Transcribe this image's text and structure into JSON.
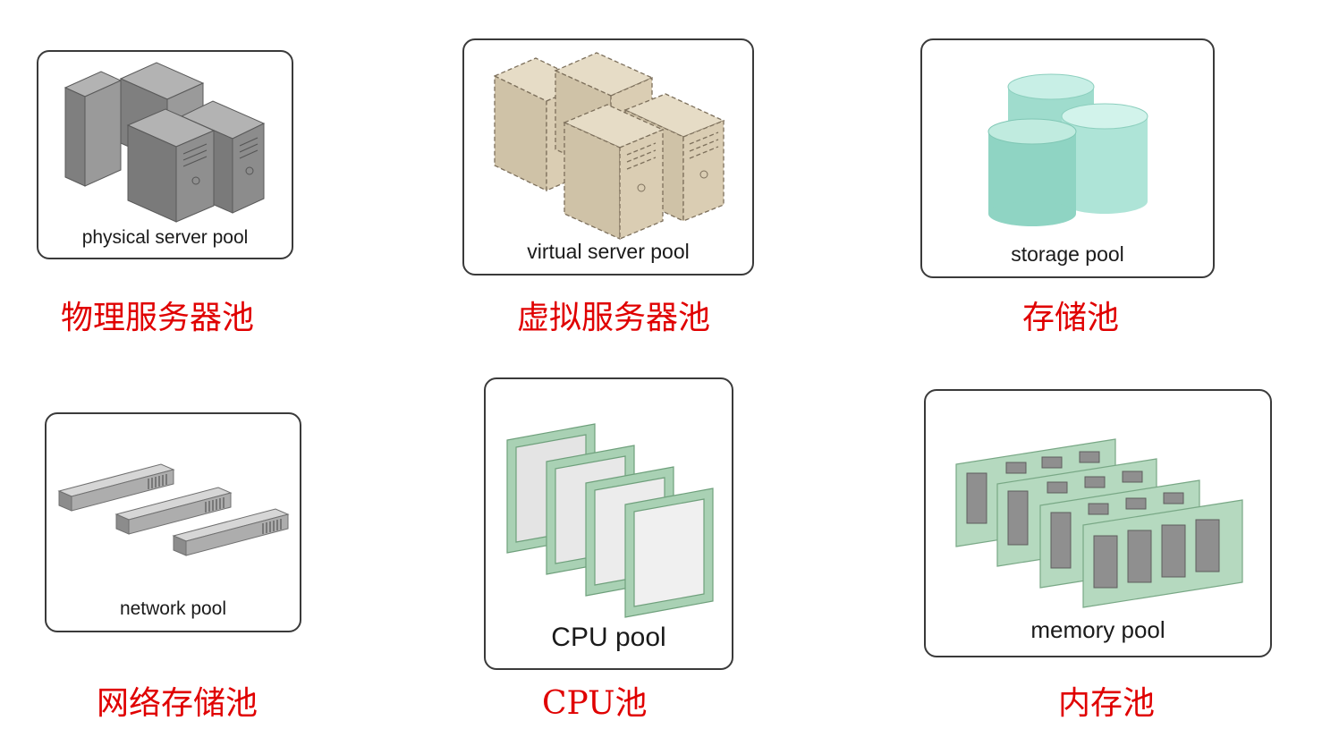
{
  "pools": [
    {
      "id": "physical-server",
      "en_label": "physical server pool",
      "cn_label": "物理服务器池",
      "icon": "physical-server-icon"
    },
    {
      "id": "virtual-server",
      "en_label": "virtual server pool",
      "cn_label": "虚拟服务器池",
      "icon": "virtual-server-icon"
    },
    {
      "id": "storage",
      "en_label": "storage pool",
      "cn_label": "存储池",
      "icon": "storage-cylinders-icon"
    },
    {
      "id": "network",
      "en_label": "network pool",
      "cn_label": "网络存储池",
      "icon": "network-switch-icon"
    },
    {
      "id": "cpu",
      "en_label": "CPU pool",
      "cn_label": "CPU池",
      "icon": "cpu-chip-icon"
    },
    {
      "id": "memory",
      "en_label": "memory pool",
      "cn_label": "内存池",
      "icon": "memory-module-icon"
    }
  ],
  "colors": {
    "label_cn": "#e00000",
    "server_gray": "#8a8a8a",
    "virtual_beige": "#dccfb6",
    "storage_teal": "#8fd8c8",
    "chip_green": "#a9d1b4",
    "memory_green": "#b5d9bf"
  }
}
